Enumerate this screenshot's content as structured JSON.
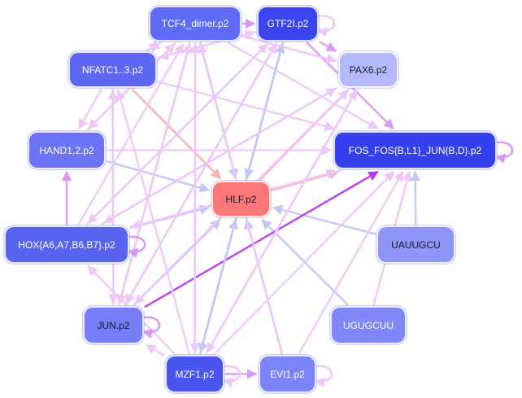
{
  "nodes": {
    "tcf4": {
      "label": "TCF4_dimer.p2",
      "color": "#5f6bf6"
    },
    "gtf2i": {
      "label": "GTF2I.p2",
      "color": "#3a44ef"
    },
    "nfatc": {
      "label": "NFATC1..3.p2",
      "color": "#5d67f4"
    },
    "pax6": {
      "label": "PAX6.p2",
      "color": "#b4b9fb"
    },
    "hand": {
      "label": "HAND1,2.p2",
      "color": "#6a73f6"
    },
    "fos": {
      "label": "FOS_FOS{B,L1}_JUN{B,D}.p2",
      "color": "#3440ee"
    },
    "hlf": {
      "label": "HLF.p2",
      "color": "#fc7878"
    },
    "hox": {
      "label": "HOX{A6,A7,B6,B7}.p2",
      "color": "#5863f2"
    },
    "uauugcu": {
      "label": "UAUUGCU",
      "color": "#8e95f8"
    },
    "jun": {
      "label": "JUN.p2",
      "color": "#757ef6"
    },
    "ugugcuu": {
      "label": "UGUGCUU",
      "color": "#8088f7"
    },
    "mzf1": {
      "label": "MZF1.p2",
      "color": "#4a55f0"
    },
    "evi1": {
      "label": "EVI1.p2",
      "color": "#7b84f6"
    }
  },
  "edge_colors": {
    "pink": "#edc7f8",
    "violet": "#d89af0",
    "blue": "#c2c6f6",
    "salmon": "#f8b0b0",
    "purple": "#b83ee8"
  },
  "edges": [
    {
      "from": "mzf1",
      "to": "hlf",
      "kind": "blue"
    },
    {
      "from": "jun",
      "to": "hlf",
      "kind": "blue"
    },
    {
      "from": "hox",
      "to": "hlf",
      "kind": "blue"
    },
    {
      "from": "hand",
      "to": "hlf",
      "kind": "blue"
    },
    {
      "from": "uauugcu",
      "to": "hlf",
      "kind": "blue"
    },
    {
      "from": "ugugcuu",
      "to": "hlf",
      "kind": "blue"
    },
    {
      "from": "evi1",
      "to": "hlf",
      "kind": "blue"
    },
    {
      "from": "gtf2i",
      "to": "hlf",
      "kind": "blue"
    },
    {
      "from": "tcf4",
      "to": "hlf",
      "kind": "blue"
    },
    {
      "from": "nfatc",
      "to": "hlf",
      "kind": "salmon"
    },
    {
      "from": "hlf",
      "to": "pax6",
      "kind": "salmon"
    },
    {
      "from": "hlf",
      "to": "fos",
      "kind": "salmon"
    },
    {
      "from": "jun",
      "to": "fos",
      "kind": "purple"
    },
    {
      "from": "gtf2i",
      "to": "fos",
      "kind": "violet"
    },
    {
      "from": "mzf1",
      "to": "fos",
      "kind": "pink"
    },
    {
      "from": "mzf1",
      "to": "tcf4",
      "kind": "pink"
    },
    {
      "from": "mzf1",
      "to": "nfatc",
      "kind": "pink"
    },
    {
      "from": "mzf1",
      "to": "pax6",
      "kind": "pink"
    },
    {
      "from": "mzf1",
      "to": "gtf2i",
      "kind": "blue"
    },
    {
      "from": "mzf1",
      "to": "hox",
      "kind": "pink"
    },
    {
      "from": "mzf1",
      "to": "evi1",
      "kind": "violet"
    },
    {
      "from": "mzf1",
      "to": "jun",
      "kind": "pink"
    },
    {
      "from": "jun",
      "to": "tcf4",
      "kind": "pink"
    },
    {
      "from": "jun",
      "to": "gtf2i",
      "kind": "pink"
    },
    {
      "from": "jun",
      "to": "pax6",
      "kind": "pink"
    },
    {
      "from": "jun",
      "to": "nfatc",
      "kind": "pink"
    },
    {
      "from": "hox",
      "to": "hand",
      "kind": "violet"
    },
    {
      "from": "hox",
      "to": "tcf4",
      "kind": "pink"
    },
    {
      "from": "hox",
      "to": "gtf2i",
      "kind": "pink"
    },
    {
      "from": "hox",
      "to": "pax6",
      "kind": "pink"
    },
    {
      "from": "hox",
      "to": "fos",
      "kind": "pink"
    },
    {
      "from": "hand",
      "to": "tcf4",
      "kind": "pink"
    },
    {
      "from": "hand",
      "to": "fos",
      "kind": "pink"
    },
    {
      "from": "tcf4",
      "to": "hand",
      "kind": "pink"
    },
    {
      "from": "tcf4",
      "to": "nfatc",
      "kind": "pink"
    },
    {
      "from": "tcf4",
      "to": "pax6",
      "kind": "pink"
    },
    {
      "from": "tcf4",
      "to": "fos",
      "kind": "pink"
    },
    {
      "from": "tcf4",
      "to": "jun",
      "kind": "pink"
    },
    {
      "from": "tcf4",
      "to": "mzf1",
      "kind": "pink"
    },
    {
      "from": "tcf4",
      "to": "gtf2i",
      "kind": "violet"
    },
    {
      "from": "nfatc",
      "to": "tcf4",
      "kind": "pink"
    },
    {
      "from": "nfatc",
      "to": "gtf2i",
      "kind": "pink"
    },
    {
      "from": "nfatc",
      "to": "fos",
      "kind": "pink"
    },
    {
      "from": "nfatc",
      "to": "hand",
      "kind": "pink"
    },
    {
      "from": "nfatc",
      "to": "jun",
      "kind": "pink"
    },
    {
      "from": "gtf2i",
      "to": "nfatc",
      "kind": "pink"
    },
    {
      "from": "gtf2i",
      "to": "pax6",
      "kind": "violet"
    },
    {
      "from": "gtf2i",
      "to": "jun",
      "kind": "pink"
    },
    {
      "from": "gtf2i",
      "to": "mzf1",
      "kind": "blue"
    },
    {
      "from": "gtf2i",
      "to": "hox",
      "kind": "pink"
    },
    {
      "from": "pax6",
      "to": "mzf1",
      "kind": "pink"
    },
    {
      "from": "pax6",
      "to": "hox",
      "kind": "pink"
    },
    {
      "from": "pax6",
      "to": "jun",
      "kind": "pink"
    },
    {
      "from": "fos",
      "to": "hox",
      "kind": "pink"
    },
    {
      "from": "evi1",
      "to": "tcf4",
      "kind": "pink"
    },
    {
      "from": "evi1",
      "to": "fos",
      "kind": "pink"
    },
    {
      "from": "ugugcuu",
      "to": "fos",
      "kind": "pink"
    },
    {
      "from": "uauugcu",
      "to": "fos",
      "kind": "blue"
    }
  ],
  "self_loops": [
    {
      "node": "gtf2i",
      "side": "right",
      "kind": "pink"
    },
    {
      "node": "fos",
      "side": "right",
      "kind": "violet"
    },
    {
      "node": "hox",
      "side": "right",
      "kind": "violet"
    },
    {
      "node": "jun",
      "side": "right",
      "kind": "violet"
    },
    {
      "node": "mzf1",
      "side": "right",
      "kind": "pink"
    },
    {
      "node": "evi1",
      "side": "right",
      "kind": "pink"
    }
  ]
}
